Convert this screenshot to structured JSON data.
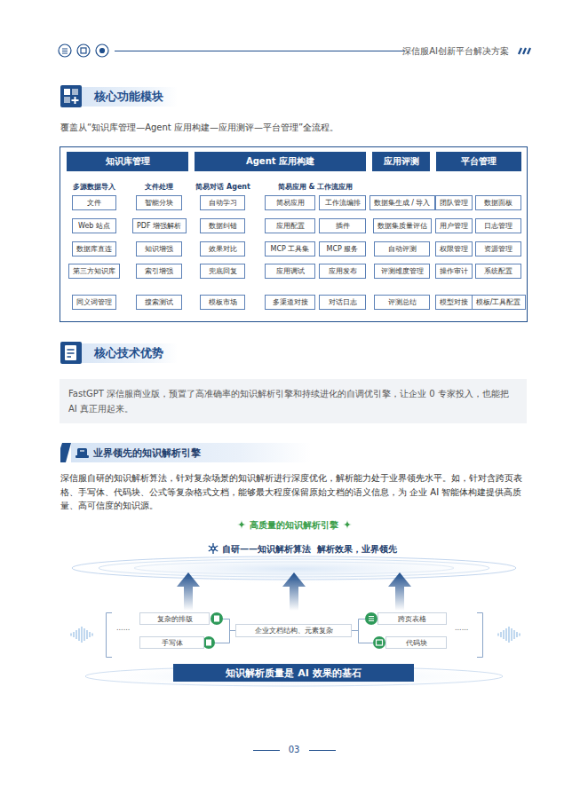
{
  "diagram": {
    "nodes": [
      {
        "text": [
          "核心功能模块"
        ]
      },
      {
        "text": [
          "知识库管理"
        ]
      },
      {
        "text": [
          "Agent 应用构建"
        ]
      },
      {
        "text": [
          "应用评测"
        ]
      },
      {
        "text": [
          "平台管理"
        ]
      },
      {
        "text": [
          "文件"
        ]
      },
      {
        "text": [
          "智能分块"
        ]
      },
      {
        "text": [
          "自动学习"
        ]
      },
      {
        "text": [
          "简易应用"
        ]
      },
      {
        "text": [
          "工作流编排"
        ]
      },
      {
        "text": [
          "数据集生成 / 导入"
        ]
      },
      {
        "text": [
          "团队管理"
        ]
      },
      {
        "text": [
          "数据面板"
        ]
      },
      {
        "text": [
          "Web 站点"
        ]
      },
      {
        "text": [
          "PDF 增强解析"
        ]
      },
      {
        "text": [
          "数据纠错"
        ]
      },
      {
        "text": [
          "应用配置"
        ]
      },
      {
        "text": [
          "插件"
        ]
      },
      {
        "text": [
          "数据集质量评估"
        ]
      },
      {
        "text": [
          "用户管理"
        ]
      },
      {
        "text": [
          "日志管理"
        ]
      },
      {
        "text": [
          "数据库直连"
        ]
      },
      {
        "text": [
          "知识增强"
        ]
      },
      {
        "text": [
          "效果对比"
        ]
      },
      {
        "text": [
          "MCP 工具集"
        ]
      },
      {
        "text": [
          "MCP 服务"
        ]
      },
      {
        "text": [
          "自动评测"
        ]
      },
      {
        "text": [
          "权限管理"
        ]
      },
      {
        "text": [
          "资源管理"
        ]
      },
      {
        "text": [
          "第三方知识库"
        ]
      },
      {
        "text": [
          "索引增强"
        ]
      },
      {
        "text": [
          "兜底回复"
        ]
      },
      {
        "text": [
          "应用调试"
        ]
      },
      {
        "text": [
          "应用发布"
        ]
      },
      {
        "text": [
          "评测维度管理"
        ]
      },
      {
        "text": [
          "操作审计"
        ]
      },
      {
        "text": [
          "系统配置"
        ]
      },
      {
        "text": [
          "同义词管理"
        ]
      },
      {
        "text": [
          "搜索测试"
        ]
      },
      {
        "text": [
          "模板市场"
        ]
      },
      {
        "text": [
          "多渠道对接"
        ]
      },
      {
        "text": [
          "对话日志"
        ]
      },
      {
        "text": [
          "评测总结"
        ]
      },
      {
        "text": [
          "模型对接"
        ]
      },
      {
        "text": [
          "模板/工具配置"
        ]
      },
      {
        "text": [
          "核心技术优势"
        ]
      },
      {
        "text": [
          "FastGPT 深信服商业版，预置了高准确率的知识解析引擎和持续进化的自调优引擎，让企业 0 专家投入，也能把 AI 真正用起来。"
        ]
      },
      {
        "text": [
          "业界领先的知识解析引擎"
        ]
      },
      {
        "text": [
          "复杂的排版"
        ]
      },
      {
        "text": [
          "跨页表格"
        ]
      },
      {
        "text": [
          "企业文档结构、元素复杂"
        ]
      },
      {
        "text": [
          "手写体"
        ]
      },
      {
        "text": [
          "代码块"
        ]
      },
      {
        "text": [
          "知识解析质量是 AI 效果的基石"
        ]
      }
    ],
    "labels": [
      "深信服AI创新平台解决方案",
      "覆盖从“知识库管理—Agent 应用构建—应用测评—平台管理”全流程。",
      "多源数据导入",
      "文件处理",
      "简易对话 Agent",
      "简易应用 & 工作流应用",
      "深信服自研的知识解析算法，针对复杂场景的知识解析进行深度优化，解析能力处于业界领先水平。如，针对含跨页表格、手写体、代码块、公式等复杂格式文档，能够最大程度保留原始文档的语义信息，为 企业 AI 智能体构建提供高质量、高可信度的知识源。",
      "高质量的知识解析引擎",
      "自研——知识解析算法  解析效果，业界领先",
      "......",
      "......",
      "03"
    ]
  }
}
